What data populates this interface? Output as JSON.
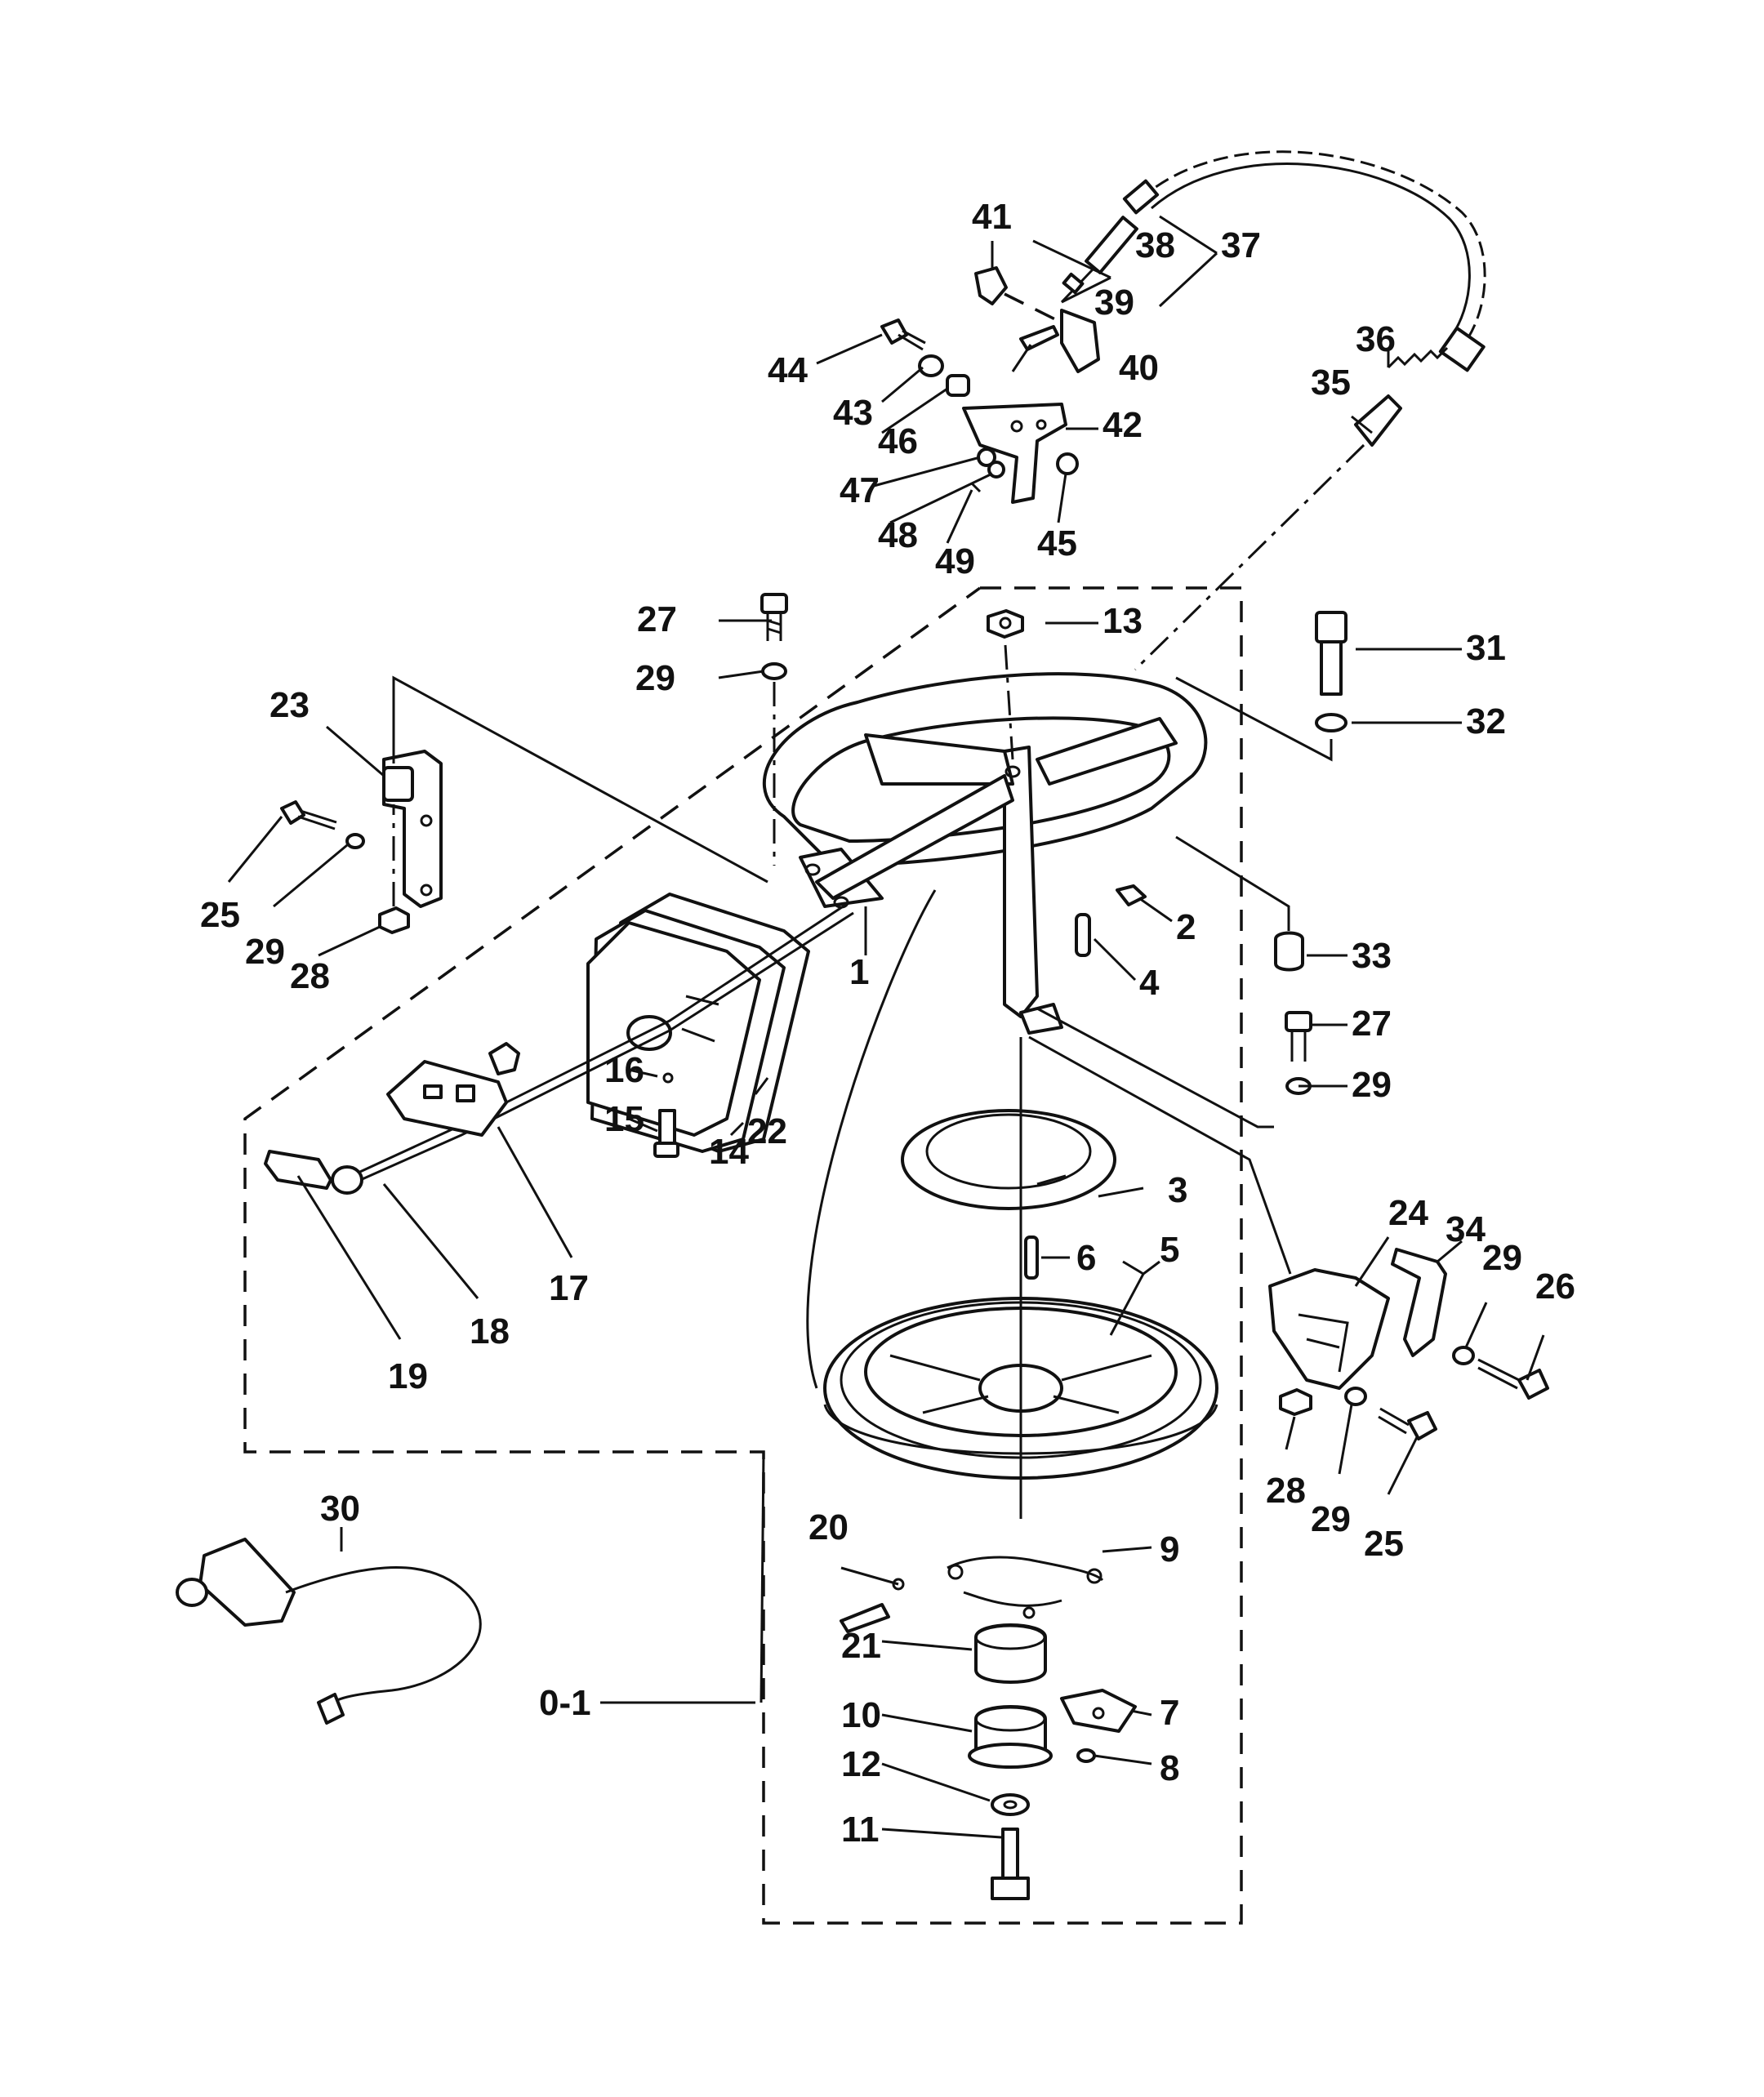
{
  "callouts": [
    {
      "id": "c1",
      "text": "1"
    },
    {
      "id": "c2",
      "text": "2"
    },
    {
      "id": "c3",
      "text": "3"
    },
    {
      "id": "c4",
      "text": "4"
    },
    {
      "id": "c5",
      "text": "5"
    },
    {
      "id": "c6",
      "text": "6"
    },
    {
      "id": "c7",
      "text": "7"
    },
    {
      "id": "c8",
      "text": "8"
    },
    {
      "id": "c9",
      "text": "9"
    },
    {
      "id": "c10",
      "text": "10"
    },
    {
      "id": "c11",
      "text": "11"
    },
    {
      "id": "c12",
      "text": "12"
    },
    {
      "id": "c13",
      "text": "13"
    },
    {
      "id": "c14",
      "text": "14"
    },
    {
      "id": "c15",
      "text": "15"
    },
    {
      "id": "c16",
      "text": "16"
    },
    {
      "id": "c17",
      "text": "17"
    },
    {
      "id": "c18",
      "text": "18"
    },
    {
      "id": "c19",
      "text": "19"
    },
    {
      "id": "c20",
      "text": "20"
    },
    {
      "id": "c21",
      "text": "21"
    },
    {
      "id": "c22",
      "text": "22"
    },
    {
      "id": "c23",
      "text": "23"
    },
    {
      "id": "c24",
      "text": "24"
    },
    {
      "id": "c25a",
      "text": "25"
    },
    {
      "id": "c25b",
      "text": "25"
    },
    {
      "id": "c26",
      "text": "26"
    },
    {
      "id": "c27a",
      "text": "27"
    },
    {
      "id": "c27b",
      "text": "27"
    },
    {
      "id": "c28a",
      "text": "28"
    },
    {
      "id": "c28b",
      "text": "28"
    },
    {
      "id": "c29a",
      "text": "29"
    },
    {
      "id": "c29b",
      "text": "29"
    },
    {
      "id": "c29c",
      "text": "29"
    },
    {
      "id": "c29d",
      "text": "29"
    },
    {
      "id": "c29e",
      "text": "29"
    },
    {
      "id": "c30",
      "text": "30"
    },
    {
      "id": "c31",
      "text": "31"
    },
    {
      "id": "c32",
      "text": "32"
    },
    {
      "id": "c33",
      "text": "33"
    },
    {
      "id": "c34",
      "text": "34"
    },
    {
      "id": "c35",
      "text": "35"
    },
    {
      "id": "c36",
      "text": "36"
    },
    {
      "id": "c37",
      "text": "37"
    },
    {
      "id": "c38",
      "text": "38"
    },
    {
      "id": "c39",
      "text": "39"
    },
    {
      "id": "c40",
      "text": "40"
    },
    {
      "id": "c41",
      "text": "41"
    },
    {
      "id": "c42",
      "text": "42"
    },
    {
      "id": "c43",
      "text": "43"
    },
    {
      "id": "c44",
      "text": "44"
    },
    {
      "id": "c45",
      "text": "45"
    },
    {
      "id": "c46",
      "text": "46"
    },
    {
      "id": "c47",
      "text": "47"
    },
    {
      "id": "c48",
      "text": "48"
    },
    {
      "id": "c49",
      "text": "49"
    },
    {
      "id": "c01",
      "text": "0-1"
    }
  ]
}
